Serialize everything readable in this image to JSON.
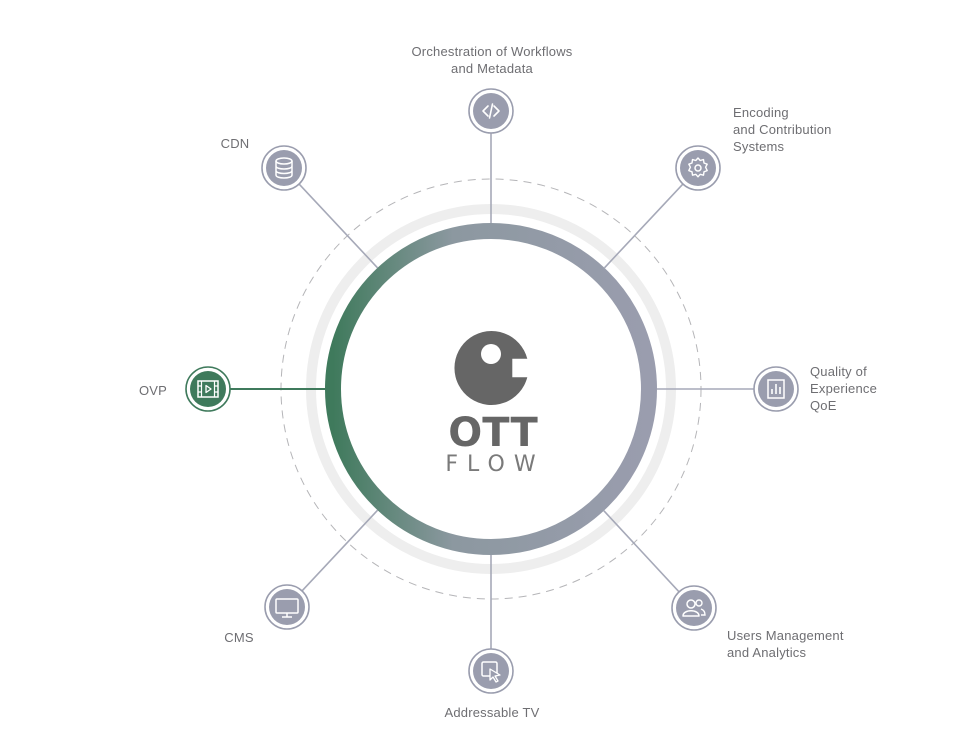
{
  "logo": {
    "title": "OTT",
    "subtitle": "FLOW"
  },
  "colors": {
    "accent": "#3f7a5c",
    "gray": "#9a9dae",
    "ring_bg": "#eeeeee",
    "text": "#6e6e72"
  },
  "nodes": [
    {
      "id": "orchestration",
      "label_lines": [
        "Orchestration of Workflows",
        "and Metadata"
      ],
      "icon": "code-icon",
      "active": false
    },
    {
      "id": "encoding",
      "label_lines": [
        "Encoding",
        "and Contribution",
        "Systems"
      ],
      "icon": "gear-icon",
      "active": false
    },
    {
      "id": "qoe",
      "label_lines": [
        "Quality of",
        "Experience",
        "QoE"
      ],
      "icon": "bar-chart-icon",
      "active": false
    },
    {
      "id": "users",
      "label_lines": [
        "Users Management",
        "and Analytics"
      ],
      "icon": "users-icon",
      "active": false
    },
    {
      "id": "addressable-tv",
      "label_lines": [
        "Addressable TV"
      ],
      "icon": "cursor-click-icon",
      "active": false
    },
    {
      "id": "cms",
      "label_lines": [
        "CMS"
      ],
      "icon": "monitor-icon",
      "active": false
    },
    {
      "id": "ovp",
      "label_lines": [
        "OVP"
      ],
      "icon": "film-play-icon",
      "active": true
    },
    {
      "id": "cdn",
      "label_lines": [
        "CDN"
      ],
      "icon": "database-icon",
      "active": false
    }
  ]
}
